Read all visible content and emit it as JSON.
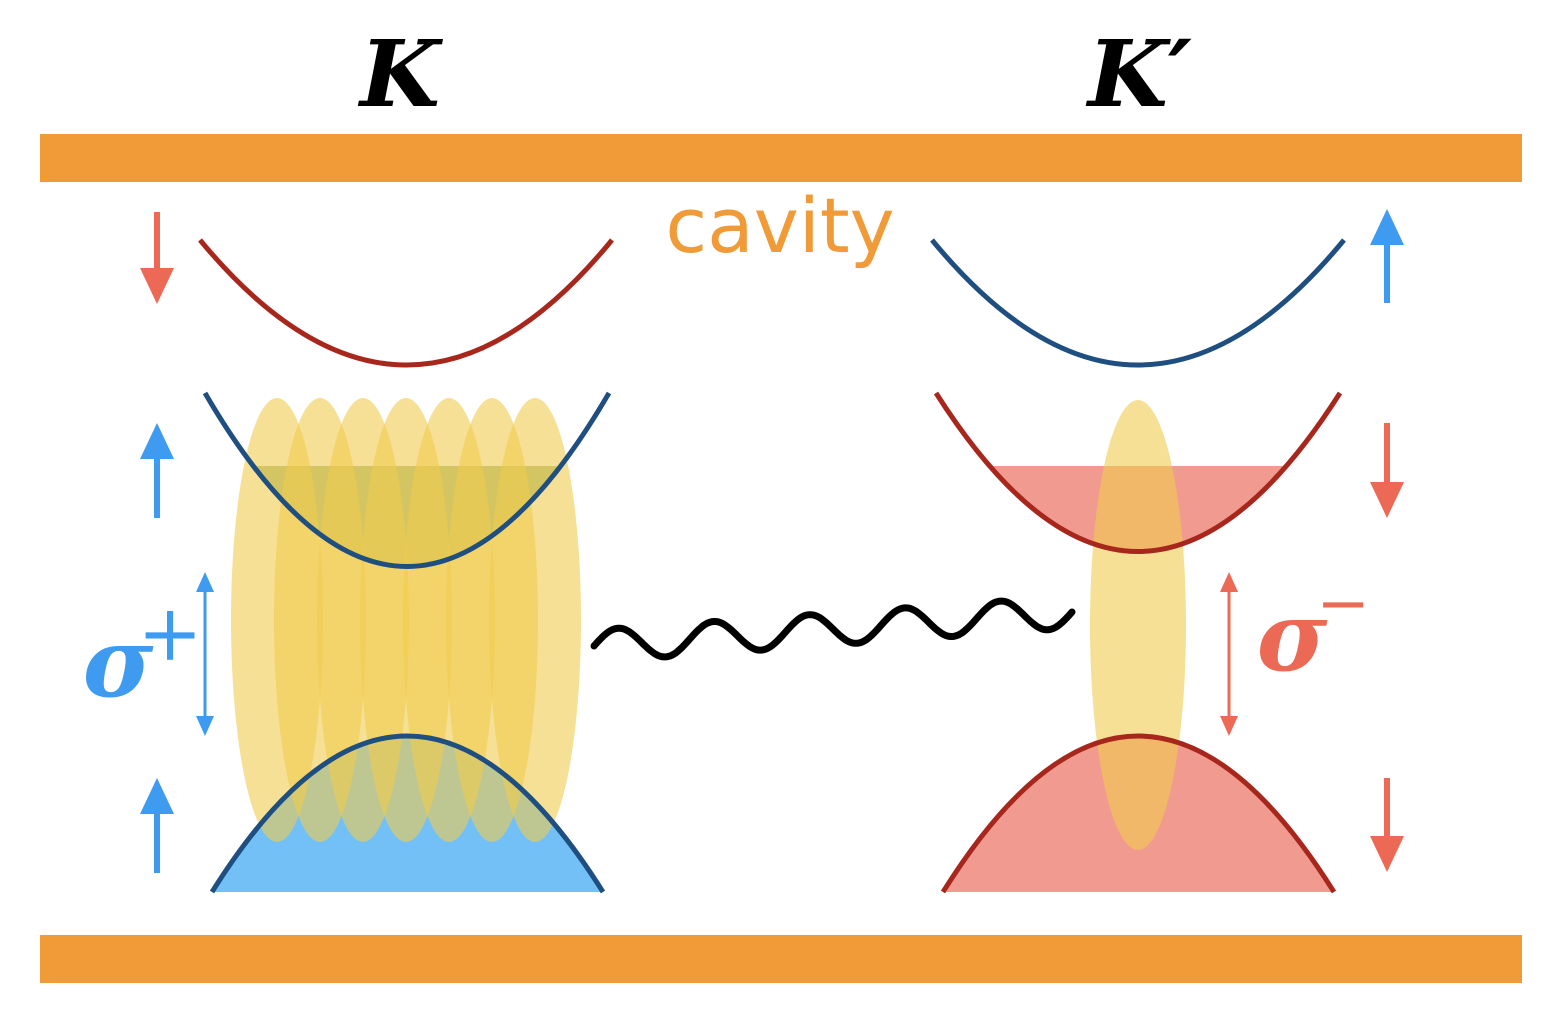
{
  "labels": {
    "valley_left": "K",
    "valley_right": "K′",
    "cavity": "cavity",
    "sigma_plus": "σ",
    "sigma_plus_sup": "+",
    "sigma_minus": "σ",
    "sigma_minus_sup": "−"
  },
  "colors": {
    "cavity_mirror": "#F09A38",
    "cavity_text": "#F09A38",
    "spin_up_band": "#1F4E80",
    "spin_down_band": "#A8271C",
    "spin_up_arrow": "#3E9BEF",
    "spin_down_arrow": "#EC6A55",
    "blue_fill": "#73C0F7",
    "red_fill": "#F19B90",
    "exciton": "#F0CB4E",
    "photon": "#000000"
  },
  "valleys": [
    {
      "name": "K",
      "upper_conduction_band": "spin-down",
      "lower_conduction_band": "spin-up",
      "valence_band": "spin-up",
      "polarization": "σ+",
      "exciton_count": 7
    },
    {
      "name": "K′",
      "upper_conduction_band": "spin-up",
      "lower_conduction_band": "spin-down",
      "valence_band": "spin-down",
      "polarization": "σ−",
      "exciton_count": 1
    }
  ]
}
